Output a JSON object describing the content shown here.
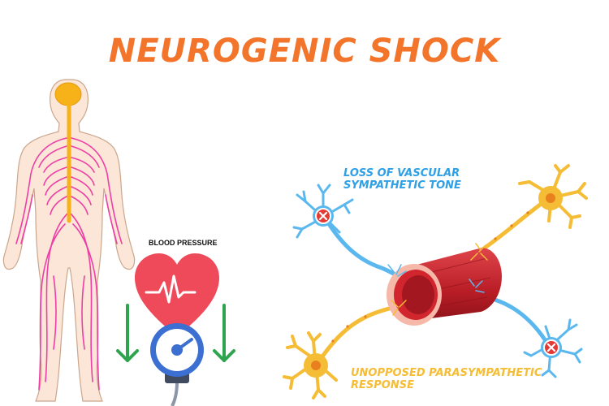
{
  "title": "NEUROGENIC SHOCK",
  "blood_pressure_label": "BLOOD PRESSURE",
  "labels": {
    "loss_line1": "LOSS OF VASCULAR",
    "loss_line2": "SYMPATHETIC TONE",
    "unopposed_line1": "UNOPPOSED PARASYMPATHETIC",
    "unopposed_line2": "RESPONSE"
  },
  "colors": {
    "title": "#f2752b",
    "sympathetic_neuron": "#5bb8ef",
    "parasympathetic_neuron": "#f5bd35",
    "nerves": "#ee3fa6",
    "spinal_cord": "#f7b21a",
    "vessel": "#c8232c",
    "heart": "#ee4a5a",
    "arrows": "#2ea44f",
    "blocked_marker": "#e53935"
  },
  "icons": {
    "blocked": "x-circle-icon",
    "decrease": "arrow-down-icon",
    "heart": "heart-pulse-icon",
    "gauge": "pressure-gauge-icon"
  }
}
